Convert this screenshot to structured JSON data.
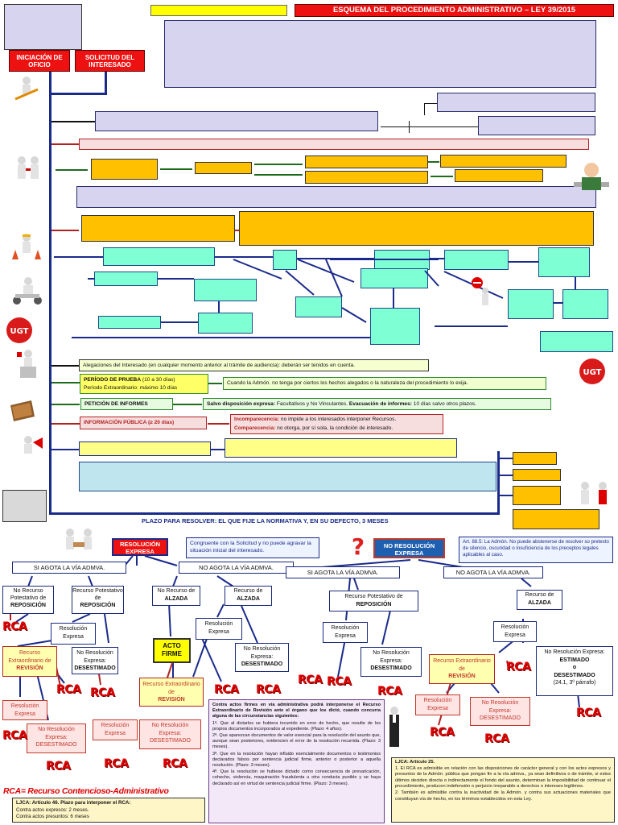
{
  "header": {
    "title": "ESQUEMA DEL PROCEDIMIENTO ADMINISTRATIVO – LEY 39/2015",
    "title_bg": "#ee1111",
    "yellow_tag": ""
  },
  "initiation": {
    "oficio": "INICIACIÓN DE OFICIO",
    "solicitud": "SOLICITUD DEL INTERESADO"
  },
  "instruction_notes": {
    "alegaciones": "Alegaciones del Interesado (en cualquier momento anterior al trámite de audiencia): deberán ser tenidos en cuenta.",
    "prueba_title": "PERÍODO DE PRUEBA",
    "prueba_range": "(10 a 30 días)",
    "prueba_extra": "Período Extraordinario: máximo 10 días",
    "prueba_note": "Cuando la Admón. no tenga por ciertos los hechos alegados o la naturaleza del procedimiento lo exija.",
    "informes_title": "PETICIÓN DE INFORMES",
    "informes_note_b1": "Salvo disposición expresa:",
    "informes_note_1": " Facultativos y No Vinculantes.",
    "informes_note_b2": " Evacuación de informes:",
    "informes_note_2": " 10 días salvo otros plazos.",
    "info_publica_title": "INFORMACIÓN PÚBLICA (≥ 20 días)",
    "incomparecencia_b": "Incomparecencia:",
    "incomparecencia": " no impide a los interesados interponer Recursos.",
    "comparecencia_b": "Comparecencia:",
    "comparecencia": " no otorga, por sí sola, la condición de interesado."
  },
  "resolution": {
    "plazo": "PLAZO PARA RESOLVER: EL QUE FIJE LA NORMATIVA Y, EN SU DEFECTO, 3 MESES",
    "expresa": "RESOLUCIÓN EXPRESA",
    "expresa_note": "Congruente con la Solicitud y no puede agravar la situación inicial del interesado.",
    "no_expresa": "NO RESOLUCIÓN EXPRESA",
    "no_expresa_note": "Art. 88.5: La Admón. No puede abstenerse de resolver so pretexto de silencio, oscuridad o insuficiencia de los preceptos legales aplicables al caso."
  },
  "tree": {
    "si_agota": "SI AGOTA LA VÍA ADMVA.",
    "no_agota": "NO AGOTA LA VÍA ADMVA.",
    "no_recurso_pot": "No Recurso Potestativo de",
    "recurso_pot": "Recurso Potestativo de",
    "reposicion": "REPOSICIÓN",
    "recurso_pot_full": "Recurso Potestativo de",
    "no_recurso": "No Recurso de",
    "recurso_de": "Recurso de",
    "alzada": "ALZADA",
    "resol_expresa": "Resolución Expresa",
    "no_resol_expresa": "No Resolución Expresa:",
    "desestimado": "DESESTIMADO",
    "acto_firme": "ACTO FIRME",
    "recurso_extra": "Recurso Extraordinario de",
    "revision": "REVISIÓN",
    "no_resol_desest": "No Resolución Expresa: DESESTIMADO",
    "estimado": "ESTIMADO",
    "o": "o",
    "desestimado_art": "(24.1, 3º párrafo)",
    "rca": "RCA"
  },
  "revision_box": {
    "intro": "Contra actos firmes en vía administrativa podrá interponerse el Recurso Extraordinario de Revisión ante el órgano que los dictó, cuando concurra alguna de las circunstancias siguientes:",
    "items": [
      "1ª. Que al dictarlos se hubiera incurrido en error de hecho, que resulte de los propios documentos incorporados al expediente. (Plazo: 4 años).",
      "2ª. Que aparezcan documentos de valor esencial para la resolución del asunto que, aunque sean posteriores, evidencien el error de la resolución recurrida. (Plazo: 3 meses).",
      "3ª. Que en la resolución hayan influido esencialmente documentos o testimonios declarados falsos por sentencia judicial firme, anterior o posterior a aquella resolución. (Plazo: 3 meses).",
      "4ª. Que la resolución se hubiese dictado como consecuencia de prevaricación, cohecho, violencia, maquinación fraudulenta u otra conducta punible y se haya declarado así en virtud de sentencia judicial firme. (Plazo: 3 meses)."
    ]
  },
  "footer_left": {
    "rca_def": "RCA= Recurso Contencioso-Administrativo",
    "ljca46_title": "LJCA: Artículo 46. Plazo para interponer el RCA:",
    "ljca46_l1": "Contra actos expresos: 2 meses.",
    "ljca46_l2": "Contra actos presuntos: 6 meses"
  },
  "footer_right": {
    "ljca25_title": "LJCA: Artículo 25.",
    "p1": "1. El RCA es admisible en relación con las disposiciones de carácter general y con los actos expresos y presuntos de la Admón. pública que pongan fin a la vía admva., ya sean definitivos o de trámite, si estos últimos deciden directa o indirectamente el fondo del asunto, determinan la imposibilidad de continuar el procedimiento, producen indefensión o perjuicio irreparable a derechos o intereses legítimos.",
    "p2": "2. También es admisible contra la inactividad de la Admón. y contra sus actuaciones materiales que constituyan vía de hecho, en los términos establecidos en esta Ley."
  },
  "icons": {
    "ugt_logo": "ugt-logo",
    "question": "question-mark-icon",
    "stop": "stop-sign-icon"
  },
  "ugt_text": "UGT"
}
